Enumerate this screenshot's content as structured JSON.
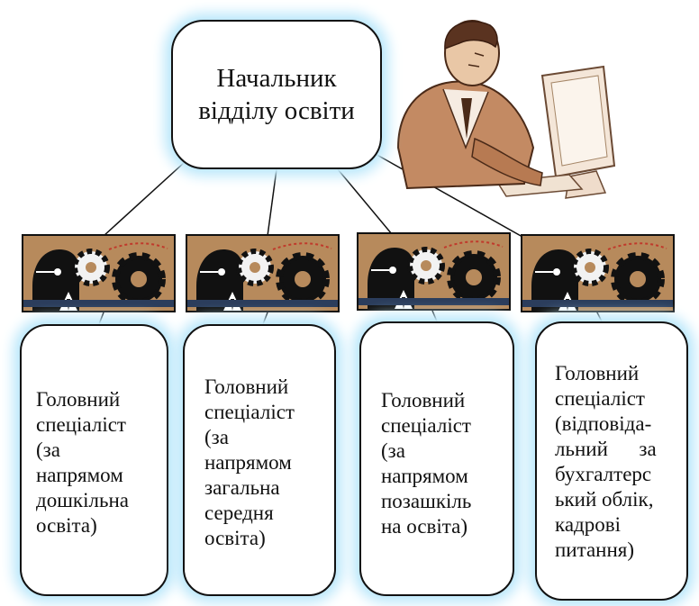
{
  "head": {
    "line1": "Начальник",
    "line2": "відділу освіти"
  },
  "specialists": [
    {
      "lines": [
        "Головний",
        "спеціаліст",
        "(за",
        "напрямом",
        "дошкільна",
        "освіта)"
      ]
    },
    {
      "lines": [
        "Головний",
        "спеціаліст",
        "(за",
        "напрямом",
        "загальна",
        "середня",
        "освіта)"
      ]
    },
    {
      "lines": [
        "Головний",
        "спеціаліст",
        "(за",
        "напрямом",
        "позашкіль",
        "на освіта)"
      ]
    },
    {
      "lines": [
        "Головний",
        "спеціаліст",
        "(відповіда-",
        "льний      за",
        "бухгалтерс",
        "ький облік,",
        "кадрові",
        "питання)"
      ]
    }
  ],
  "colors": {
    "glow": "#bfe9fb",
    "portrait_bg": "#b78a5c",
    "border": "#111111"
  },
  "icons": [
    "manager-computer-clipart",
    "specialist-gears-icon"
  ]
}
